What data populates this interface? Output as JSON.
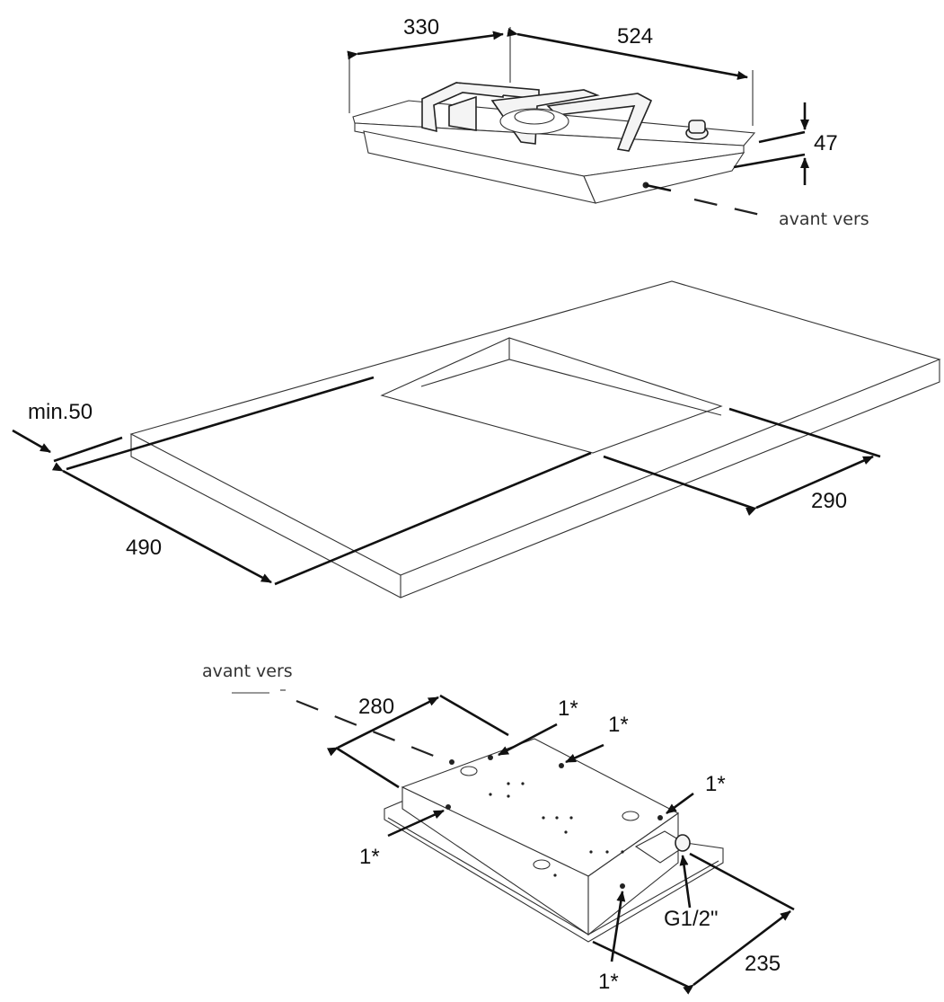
{
  "top_view": {
    "width_label": "330",
    "depth_label": "524",
    "height_label": "47",
    "front_note": "avant vers"
  },
  "cutout_view": {
    "min_label": "min.50",
    "width_label": "490",
    "depth_label": "290"
  },
  "bottom_view": {
    "front_note": "avant vers",
    "depth_label": "280",
    "width_label": "235",
    "gas_label": "G1/2\"",
    "fix_labels": [
      "1*",
      "1*",
      "1*",
      "1*",
      "1*"
    ]
  },
  "colors": {
    "line": "#111111",
    "text": "#111111",
    "note": "#333333",
    "background": "#ffffff"
  }
}
